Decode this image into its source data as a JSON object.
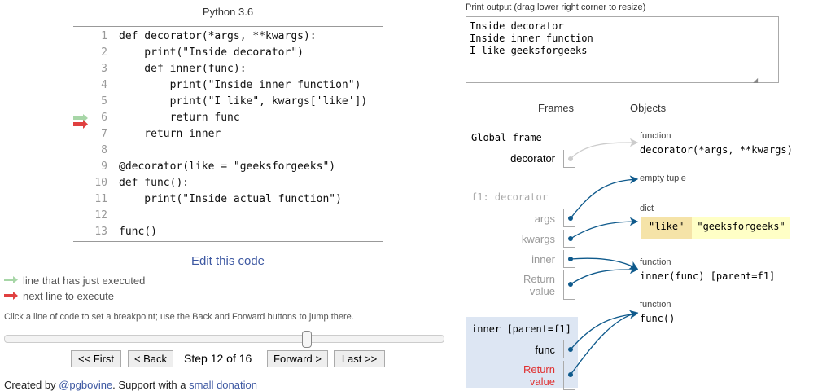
{
  "editor": {
    "language": "Python 3.6",
    "lines": [
      {
        "n": "1",
        "text": "def decorator(*args, **kwargs):"
      },
      {
        "n": "2",
        "text": "    print(\"Inside decorator\")"
      },
      {
        "n": "3",
        "text": "    def inner(func):"
      },
      {
        "n": "4",
        "text": "        print(\"Inside inner function\")"
      },
      {
        "n": "5",
        "text": "        print(\"I like\", kwargs['like'])"
      },
      {
        "n": "6",
        "text": "        return func"
      },
      {
        "n": "7",
        "text": "    return inner"
      },
      {
        "n": "8",
        "text": ""
      },
      {
        "n": "9",
        "text": "@decorator(like = \"geeksforgeeks\")"
      },
      {
        "n": "10",
        "text": "def func():"
      },
      {
        "n": "11",
        "text": "    print(\"Inside actual function\")"
      },
      {
        "n": "12",
        "text": ""
      },
      {
        "n": "13",
        "text": "func()"
      }
    ],
    "edit_link": "Edit this code"
  },
  "legend": {
    "executed": "line that has just executed",
    "next": "next line to execute",
    "executed_color": "#a7d6a7",
    "next_color": "#e04040"
  },
  "hint": "Click a line of code to set a breakpoint; use the Back and Forward buttons to jump there.",
  "nav": {
    "first": "<< First",
    "back": "< Back",
    "step": "Step 12 of 16",
    "forward": "Forward >",
    "last": "Last >>",
    "progress": 0.6875
  },
  "credit": {
    "prefix": "Created by ",
    "author": "@pgbovine",
    "mid": ". Support with a ",
    "donation": "small donation"
  },
  "output": {
    "label": "Print output (drag lower right corner to resize)",
    "text": "Inside decorator\nInside inner function\nI like geeksforgeeks"
  },
  "viz": {
    "frames_header": "Frames",
    "objects_header": "Objects",
    "global": {
      "name": "Global frame",
      "vars": [
        "decorator"
      ]
    },
    "f1": {
      "name": "f1: decorator",
      "vars": [
        "args",
        "kwargs",
        "inner",
        "Return",
        "value"
      ]
    },
    "inner": {
      "name": "inner [parent=f1]",
      "vars": [
        "func",
        "Return",
        "value"
      ]
    },
    "objects": {
      "o1": {
        "type": "function",
        "value": "decorator(*args, **kwargs)"
      },
      "o2": {
        "type": "empty tuple"
      },
      "o3": {
        "type": "dict",
        "key": "\"like\"",
        "val": "\"geeksforgeeks\""
      },
      "o4": {
        "type": "function",
        "value": "inner(func) [parent=f1]"
      },
      "o5": {
        "type": "function",
        "value": "func()"
      }
    }
  }
}
